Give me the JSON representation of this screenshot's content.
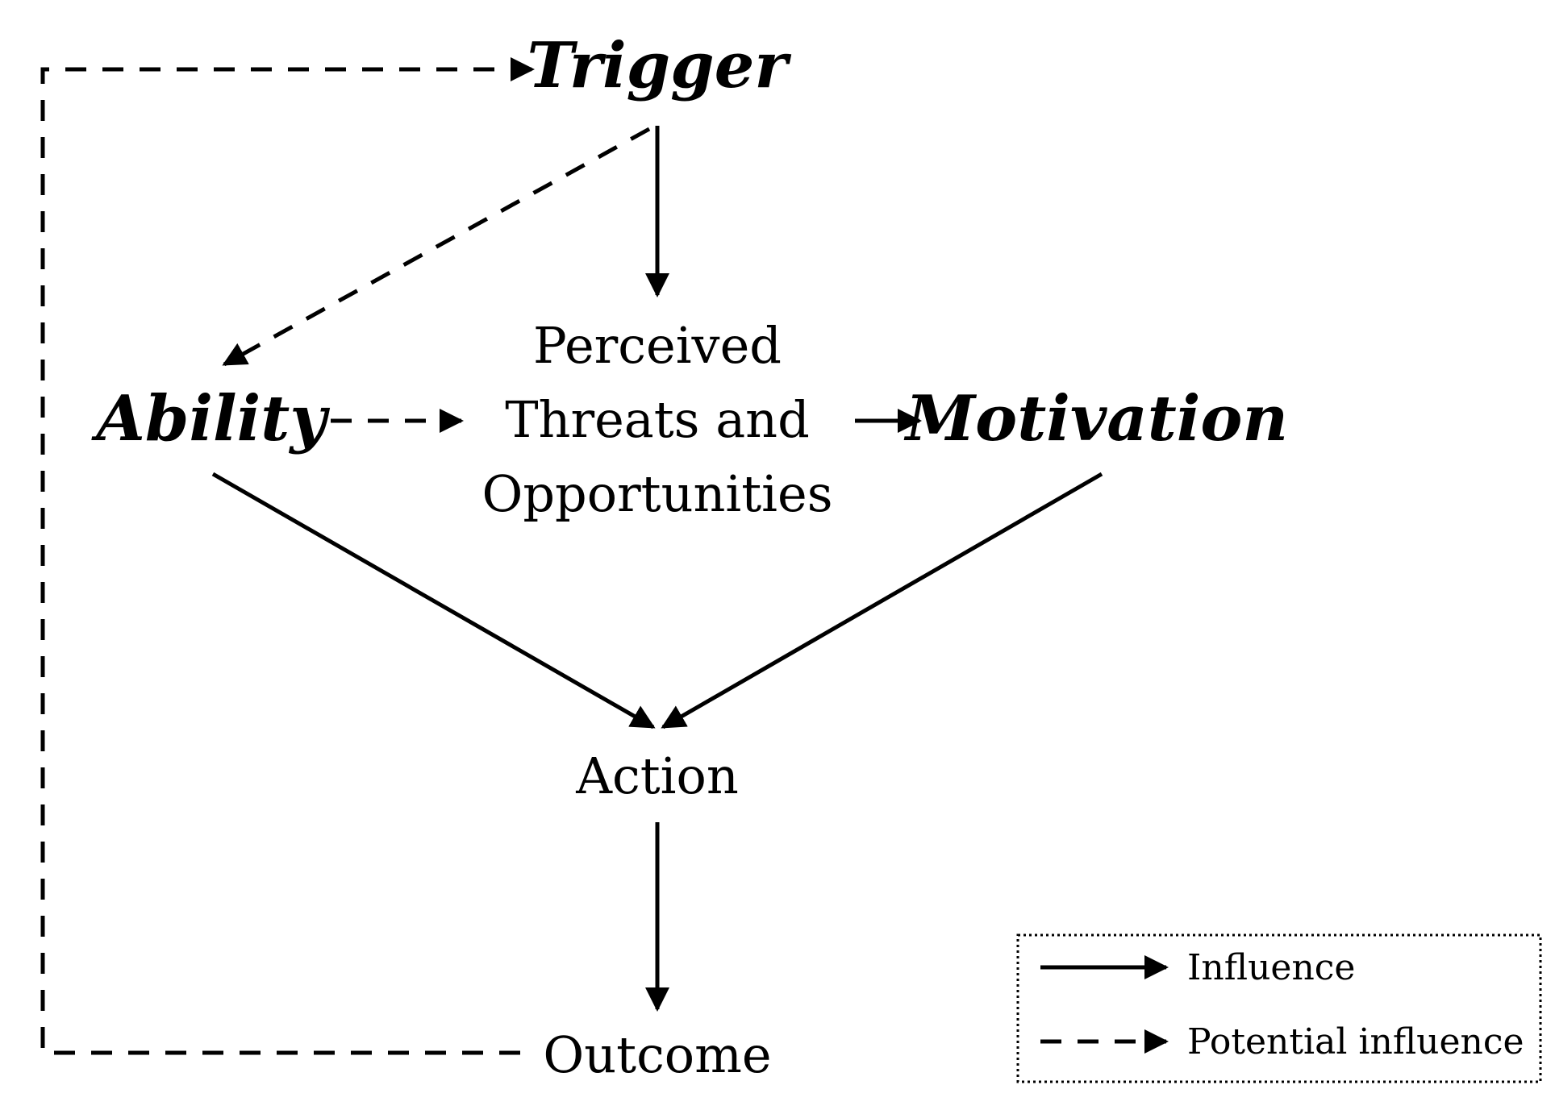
{
  "nodes": {
    "trigger": "Trigger",
    "ability": "Ability",
    "perceived_line1": "Perceived",
    "perceived_line2": "Threats and",
    "perceived_line3": "Opportunities",
    "motivation": "Motivation",
    "action": "Action",
    "outcome": "Outcome"
  },
  "legend": {
    "influence": "Influence",
    "potential_influence": "Potential influence"
  },
  "colors": {
    "ink": "#000000",
    "background": "#ffffff"
  }
}
